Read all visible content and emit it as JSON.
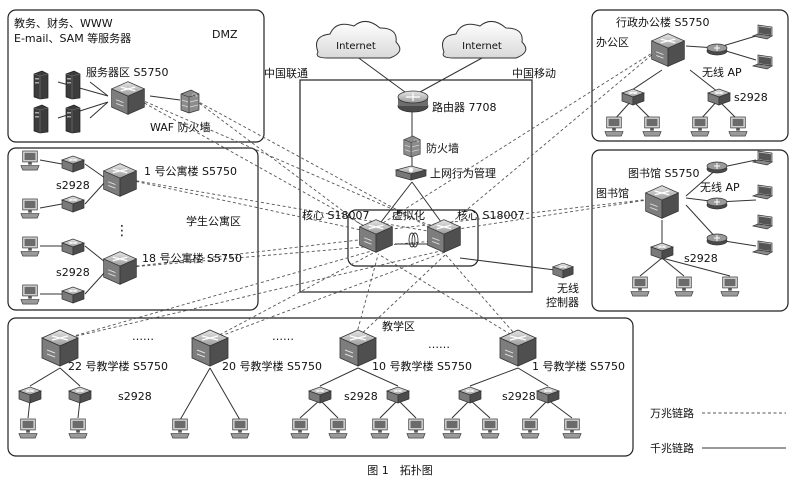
{
  "dmz": {
    "label_line1": "教务、财务、WWW",
    "label_line2": "E-mail、SAM 等服务器",
    "tag": "DMZ",
    "server_switch": "服务器区 S5750",
    "waf": "WAF 防火墙"
  },
  "internet": {
    "cloud1": "Internet",
    "cloud2": "Internet",
    "isp1": "中国联通",
    "isp2": "中国移动"
  },
  "core": {
    "router": "路由器 7708",
    "firewall": "防火墙",
    "behavior": "上网行为管理",
    "core_left": "核心 S18007",
    "virtual": "虚拟化",
    "core_right": "核心 S18007",
    "wlc_line1": "无线",
    "wlc_line2": "控制器"
  },
  "dorm": {
    "area": "学生公寓区",
    "b1": "1 号公寓楼 S5750",
    "b18": "18 号公寓楼 S5750",
    "acc1": "s2928",
    "acc2": "s2928",
    "dots": "⋮"
  },
  "admin": {
    "building": "行政办公楼 S5750",
    "area": "办公区",
    "ap": "无线 AP",
    "acc": "s2928"
  },
  "library": {
    "building": "图书馆 S5750",
    "area": "图书馆",
    "ap": "无线 AP",
    "acc": "s2928"
  },
  "teaching": {
    "area": "教学区",
    "b22": "22 号教学楼 S5750",
    "b20": "20 号教学楼 S5750",
    "b10": "10 号教学楼 S5750",
    "b1": "1 号教学楼 S5750",
    "acc1": "s2928",
    "acc2": "s2928",
    "acc3": "s2928",
    "dots1": "……",
    "dots2": "……",
    "dots3": "……"
  },
  "legend": {
    "ten_gig": "万兆链路",
    "gig": "千兆链路"
  },
  "caption": "图 1　拓扑图"
}
